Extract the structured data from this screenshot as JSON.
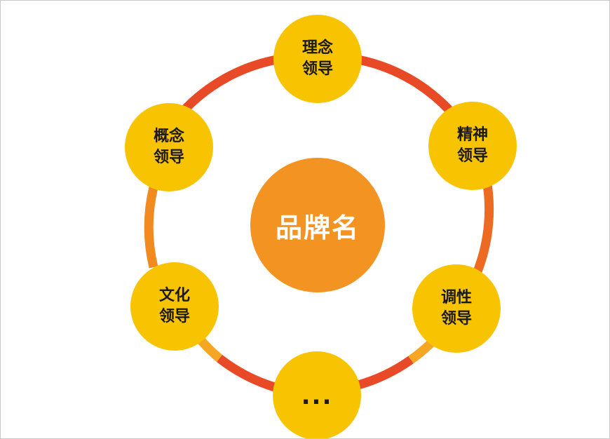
{
  "center": {
    "label": "品牌名"
  },
  "nodes": [
    {
      "line1": "理念",
      "line2": "领导"
    },
    {
      "line1": "精神",
      "line2": "领导"
    },
    {
      "line1": "调性",
      "line2": "领导"
    },
    {
      "text": "..."
    },
    {
      "line1": "文化",
      "line2": "领导"
    },
    {
      "line1": "概念",
      "line2": "领导"
    }
  ],
  "colors": {
    "ring_red": "#e84a27",
    "ring_orange": "#f08a21",
    "ring_light_orange": "#f5a623",
    "node_yellow": "#f8c300",
    "center_orange": "#f39322",
    "text_dark": "#1a1a1a",
    "center_text": "#ffffff"
  }
}
